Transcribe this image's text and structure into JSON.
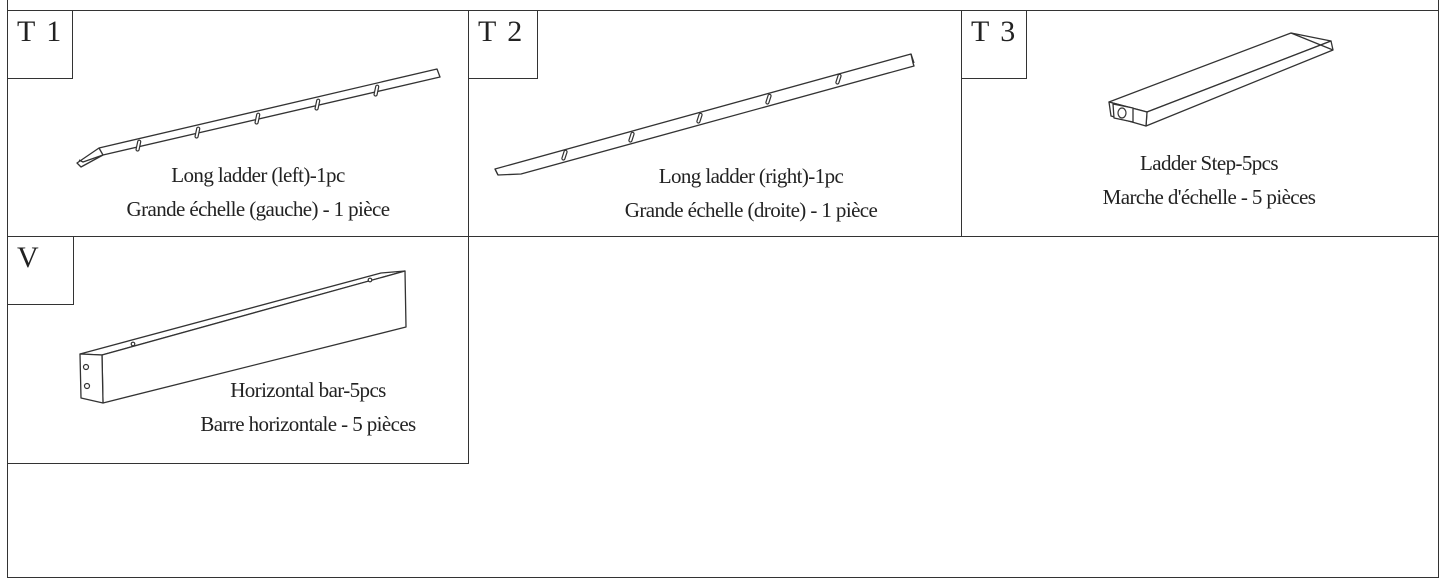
{
  "parts": [
    {
      "code": "T 1",
      "name_en": "Long ladder (left)-1pc",
      "name_fr": "Grande échelle (gauche) - 1 pièce",
      "icon": "ladder-rail-left-icon"
    },
    {
      "code": "T 2",
      "name_en": "Long ladder (right)-1pc",
      "name_fr": "Grande échelle (droite) - 1 pièce",
      "icon": "ladder-rail-right-icon"
    },
    {
      "code": "T 3",
      "name_en": "Ladder Step-5pcs",
      "name_fr": "Marche d'échelle - 5 pièces",
      "icon": "ladder-step-icon"
    },
    {
      "code": "V",
      "name_en": "Horizontal bar-5pcs",
      "name_fr": "Barre horizontale - 5 pièces",
      "icon": "horizontal-bar-icon"
    }
  ]
}
